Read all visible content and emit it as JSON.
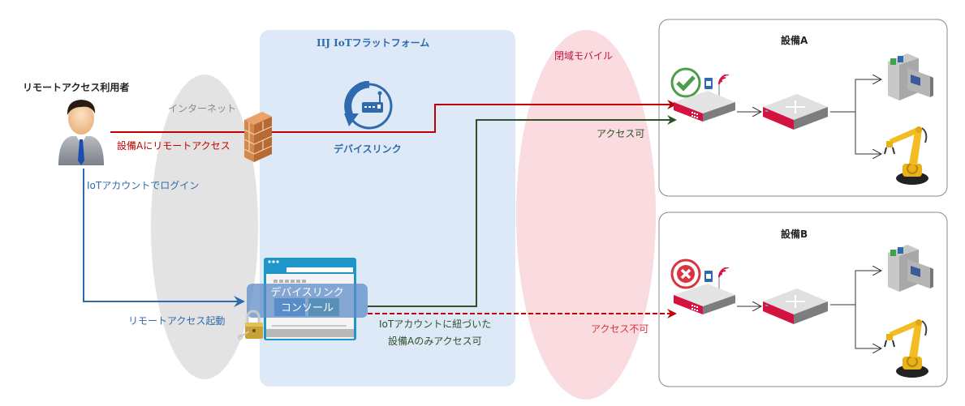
{
  "zones": {
    "internet": {
      "label": "インターネット",
      "color": "#e3e3e3"
    },
    "platform": {
      "label": "IIJ IoTフラットフォーム",
      "color": "#dde9f7"
    },
    "closed_mobile": {
      "label": "閉域モバイル",
      "color": "#fadbe0"
    }
  },
  "user": {
    "label": "リモートアクセス利用者"
  },
  "links": {
    "remote_access": {
      "label": "設備Aにリモートアクセス",
      "color": "#c00000"
    },
    "login": {
      "label": "IoTアカウントでログイン",
      "color": "#2e6aad"
    },
    "launch": {
      "label": "リモートアクセス起動",
      "color": "#2e6aad"
    },
    "allowed": {
      "label": "アクセス可",
      "color": "#2d5128"
    },
    "denied": {
      "label": "アクセス不可",
      "color": "#c00000"
    },
    "note_line1": "IoTアカウントに紐づいた",
    "note_line2": "設備Aのみアクセス可"
  },
  "platform": {
    "device_link": {
      "label": "デバイスリンク"
    },
    "console": {
      "line1": "デバイスリンク",
      "line2": "コンソール"
    }
  },
  "facilities": [
    {
      "name": "設備A",
      "status": "allowed",
      "status_icon": "check-icon",
      "status_color": "#4a9e4a"
    },
    {
      "name": "設備B",
      "status": "denied",
      "status_icon": "cross-icon",
      "status_color": "#d9343f"
    }
  ],
  "colors": {
    "router_red": "#d4123f",
    "box_border": "#888888"
  }
}
